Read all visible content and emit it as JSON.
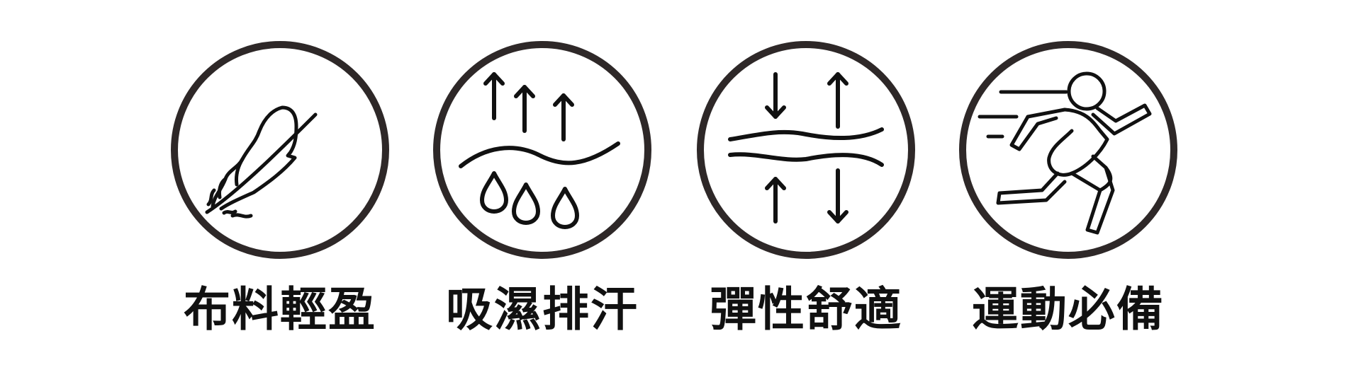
{
  "features": [
    {
      "label": "布料輕盈",
      "icon": "feather-icon"
    },
    {
      "label": "吸濕排汗",
      "icon": "moisture-wicking-icon"
    },
    {
      "label": "彈性舒適",
      "icon": "stretch-icon"
    },
    {
      "label": "運動必備",
      "icon": "running-person-icon"
    }
  ],
  "colors": {
    "ring": "#2e2828",
    "icon_stroke": "#111111",
    "text": "#111111",
    "background": "#ffffff"
  }
}
